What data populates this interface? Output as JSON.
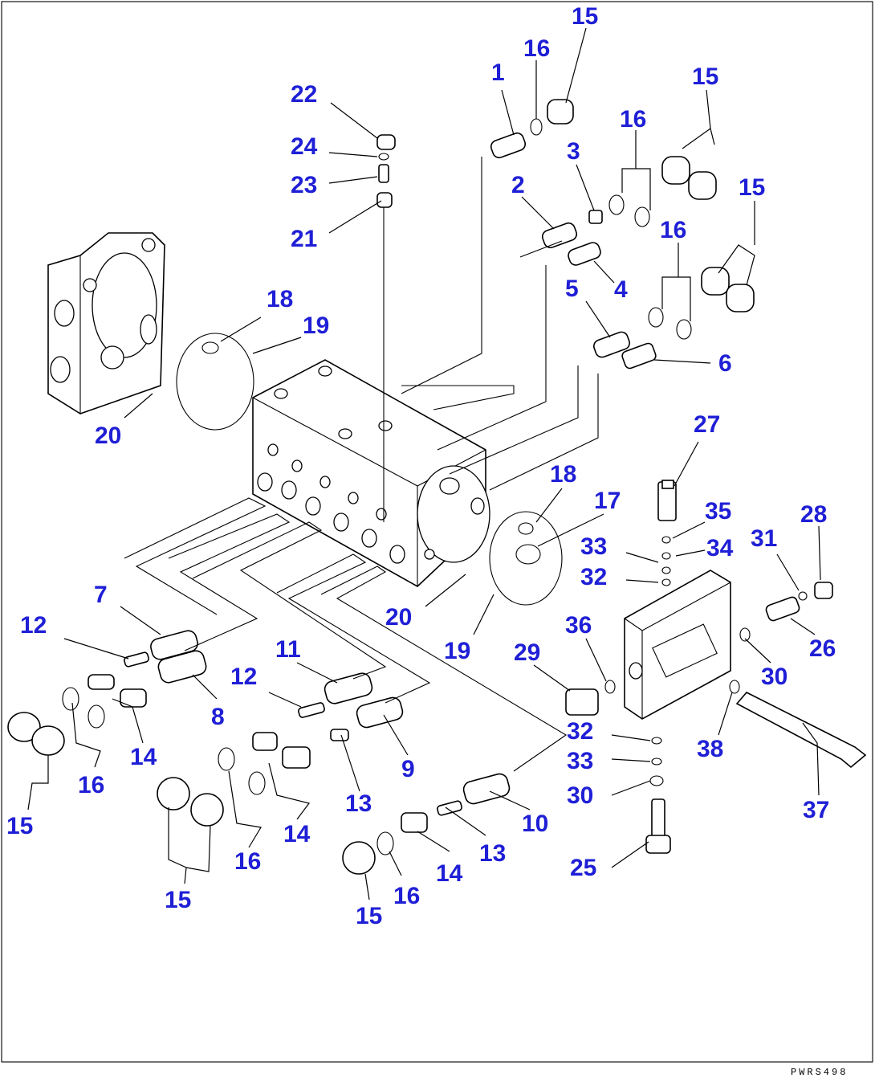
{
  "figure_code": "PWRS498",
  "callouts": [
    {
      "id": "c-15-top",
      "text": "15"
    },
    {
      "id": "c-16-top",
      "text": "16"
    },
    {
      "id": "c-1",
      "text": "1"
    },
    {
      "id": "c-22",
      "text": "22"
    },
    {
      "id": "c-24",
      "text": "24"
    },
    {
      "id": "c-23",
      "text": "23"
    },
    {
      "id": "c-21",
      "text": "21"
    },
    {
      "id": "c-15-b",
      "text": "15"
    },
    {
      "id": "c-16-b",
      "text": "16"
    },
    {
      "id": "c-3",
      "text": "3"
    },
    {
      "id": "c-2",
      "text": "2"
    },
    {
      "id": "c-15-c",
      "text": "15"
    },
    {
      "id": "c-16-c",
      "text": "16"
    },
    {
      "id": "c-4",
      "text": "4"
    },
    {
      "id": "c-5",
      "text": "5"
    },
    {
      "id": "c-6",
      "text": "6"
    },
    {
      "id": "c-18-left",
      "text": "18"
    },
    {
      "id": "c-19-left",
      "text": "19"
    },
    {
      "id": "c-20-left",
      "text": "20"
    },
    {
      "id": "c-27",
      "text": "27"
    },
    {
      "id": "c-18-right",
      "text": "18"
    },
    {
      "id": "c-17",
      "text": "17"
    },
    {
      "id": "c-35",
      "text": "35"
    },
    {
      "id": "c-28",
      "text": "28"
    },
    {
      "id": "c-33-top",
      "text": "33"
    },
    {
      "id": "c-34",
      "text": "34"
    },
    {
      "id": "c-31",
      "text": "31"
    },
    {
      "id": "c-32-top",
      "text": "32"
    },
    {
      "id": "c-7",
      "text": "7"
    },
    {
      "id": "c-20-right",
      "text": "20"
    },
    {
      "id": "c-36",
      "text": "36"
    },
    {
      "id": "c-26",
      "text": "26"
    },
    {
      "id": "c-12-left",
      "text": "12"
    },
    {
      "id": "c-19-right",
      "text": "19"
    },
    {
      "id": "c-29",
      "text": "29"
    },
    {
      "id": "c-11",
      "text": "11"
    },
    {
      "id": "c-30-top",
      "text": "30"
    },
    {
      "id": "c-12-mid",
      "text": "12"
    },
    {
      "id": "c-8",
      "text": "8"
    },
    {
      "id": "c-32-bot",
      "text": "32"
    },
    {
      "id": "c-38",
      "text": "38"
    },
    {
      "id": "c-14-left",
      "text": "14"
    },
    {
      "id": "c-33-bot",
      "text": "33"
    },
    {
      "id": "c-9",
      "text": "9"
    },
    {
      "id": "c-16-left",
      "text": "16"
    },
    {
      "id": "c-30-bot",
      "text": "30"
    },
    {
      "id": "c-13-mid",
      "text": "13"
    },
    {
      "id": "c-37",
      "text": "37"
    },
    {
      "id": "c-15-left",
      "text": "15"
    },
    {
      "id": "c-10",
      "text": "10"
    },
    {
      "id": "c-14-mid",
      "text": "14"
    },
    {
      "id": "c-13-right",
      "text": "13"
    },
    {
      "id": "c-16-mid",
      "text": "16"
    },
    {
      "id": "c-25",
      "text": "25"
    },
    {
      "id": "c-14-right",
      "text": "14"
    },
    {
      "id": "c-15-mid",
      "text": "15"
    },
    {
      "id": "c-16-right",
      "text": "16"
    },
    {
      "id": "c-15-bot",
      "text": "15"
    }
  ]
}
